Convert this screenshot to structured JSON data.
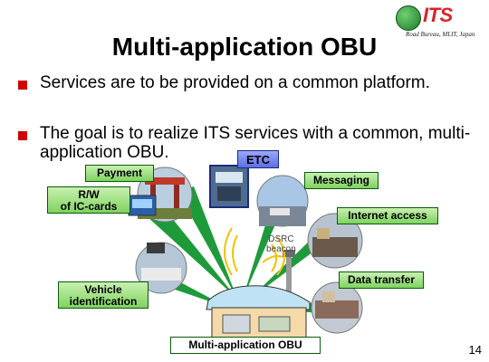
{
  "header": {
    "logo_text": "ITS",
    "organization": "Road Bureau, MLIT, Japan"
  },
  "slide": {
    "title": "Multi-application OBU",
    "bullets": [
      "Services are to be provided on a common platform.",
      "The goal is to realize ITS services with a common, multi-application OBU."
    ],
    "page_number": "14"
  },
  "diagram": {
    "labels": {
      "payment": "Payment",
      "rw_line1": "R/W",
      "rw_line2": "of IC-cards",
      "etc": "ETC",
      "messaging": "Messaging",
      "internet": "Internet access",
      "dsrc_line1": "DSRC",
      "dsrc_line2": "beacon",
      "vehicle_line1": "Vehicle",
      "vehicle_line2": "identification",
      "data_transfer": "Data transfer",
      "obu": "Multi-application OBU"
    },
    "colors": {
      "label_green": "#7fd35f",
      "label_blue": "#5d6fe0",
      "connector_green": "#1f9a3a",
      "bullet_red": "#d00000",
      "wave_yellow": "#f2c200"
    }
  }
}
